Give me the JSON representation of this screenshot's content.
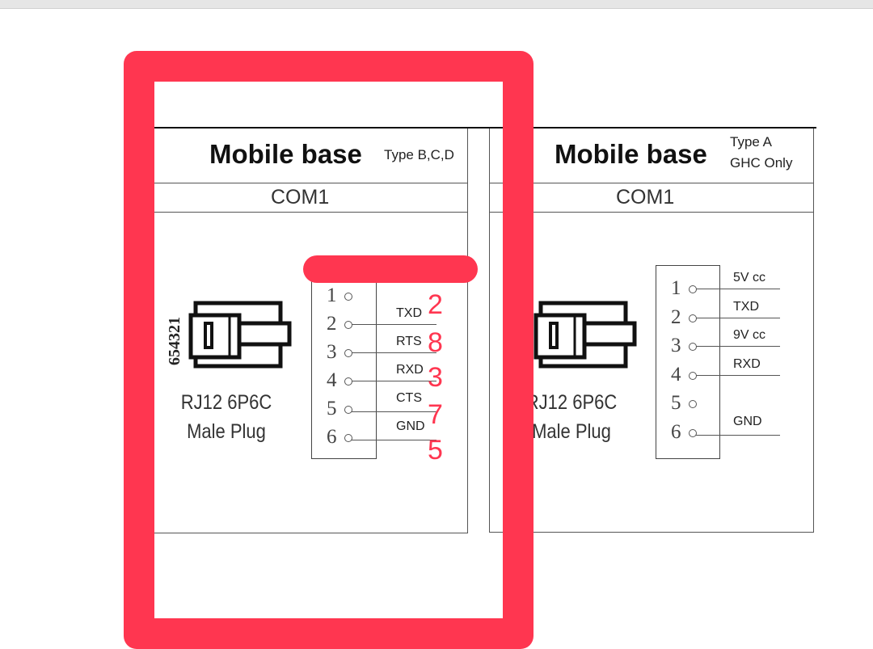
{
  "panels": [
    {
      "title": "Mobile base",
      "subtitle": [
        "Type B,C,D"
      ],
      "port": "COM1",
      "plug_label": [
        "RJ12 6P6C",
        "Male Plug"
      ],
      "pin_order": "654321",
      "pins": [
        {
          "n": "1",
          "label": ""
        },
        {
          "n": "2",
          "label": "TXD"
        },
        {
          "n": "3",
          "label": "RTS"
        },
        {
          "n": "4",
          "label": "RXD"
        },
        {
          "n": "5",
          "label": "CTS"
        },
        {
          "n": "6",
          "label": "GND"
        }
      ],
      "annotations": [
        "2",
        "8",
        "3",
        "7",
        "5"
      ]
    },
    {
      "title": "Mobile base",
      "subtitle": [
        "Type A",
        "GHC Only"
      ],
      "port": "COM1",
      "plug_label": [
        "RJ12 6P6C",
        "Male Plug"
      ],
      "pins": [
        {
          "n": "1",
          "label": "5V cc"
        },
        {
          "n": "2",
          "label": "TXD"
        },
        {
          "n": "3",
          "label": "9V cc"
        },
        {
          "n": "4",
          "label": "RXD"
        },
        {
          "n": "5",
          "label": ""
        },
        {
          "n": "6",
          "label": "GND"
        }
      ]
    }
  ],
  "colors": {
    "highlight": "#ff3650"
  }
}
